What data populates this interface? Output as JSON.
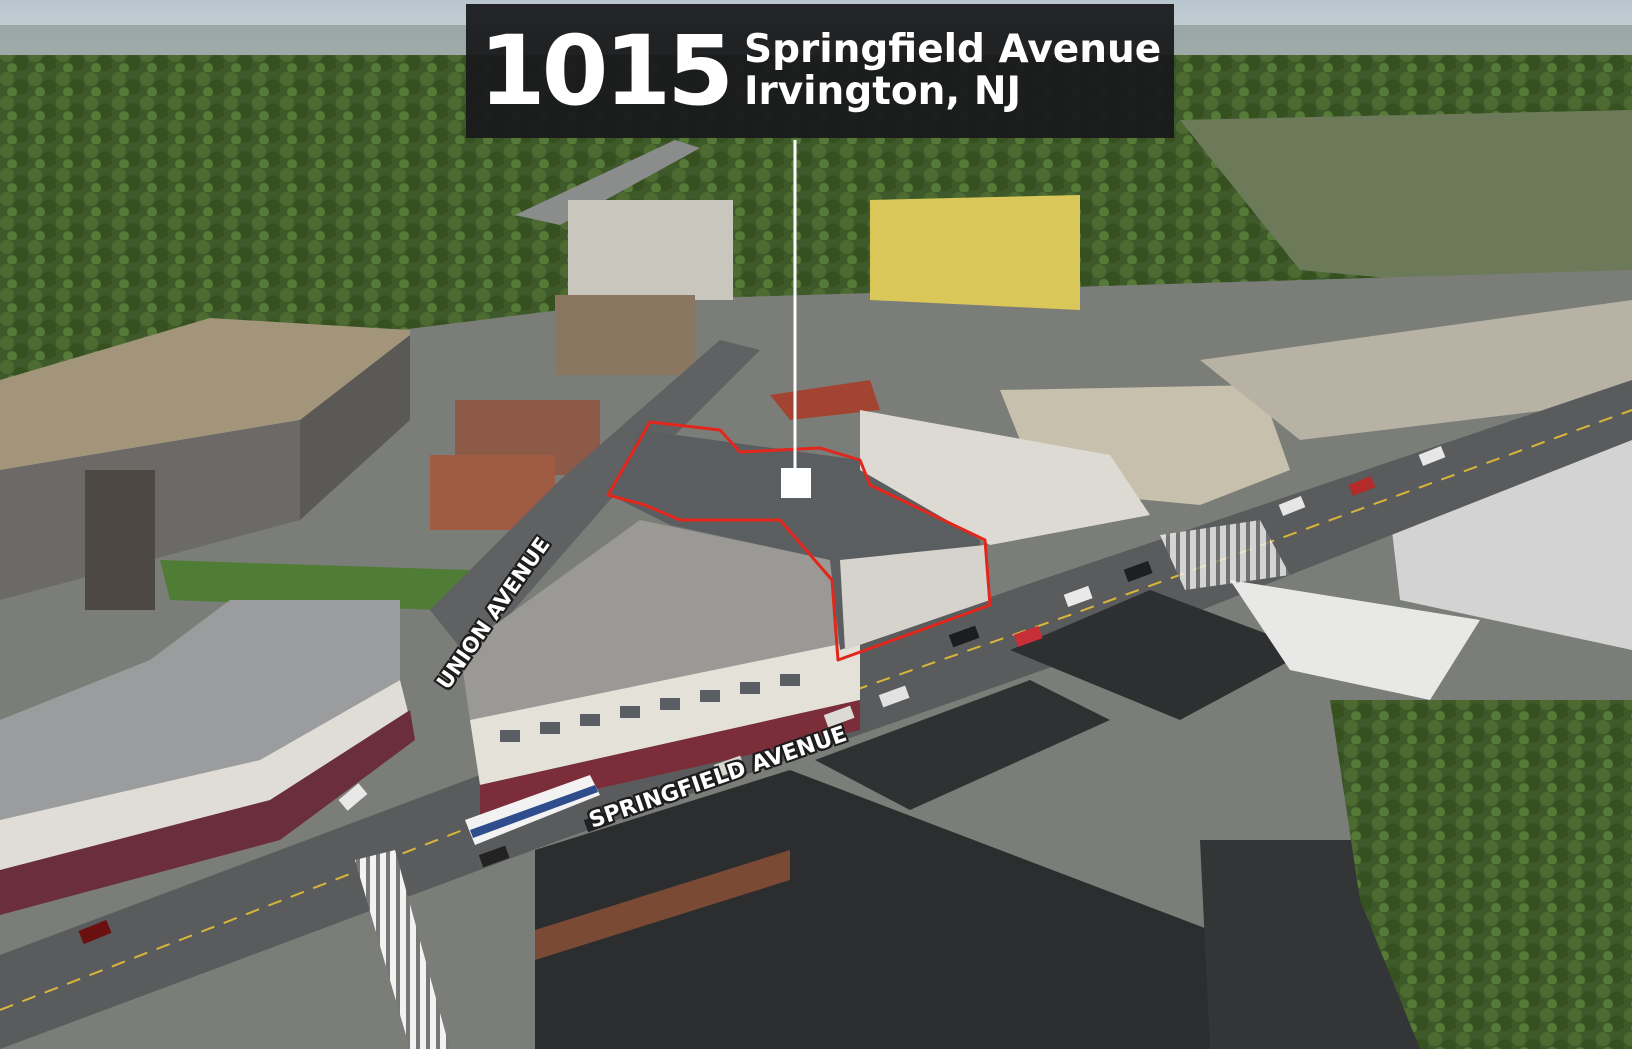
{
  "header": {
    "number": "1015",
    "street": "Springfield Avenue",
    "city": "Irvington, NJ"
  },
  "street_labels": {
    "union": "UNION AVENUE",
    "springfield": "SPRINGFIELD AVENUE"
  },
  "colors": {
    "outline": "#e3261b",
    "plate": "#181a1c"
  }
}
